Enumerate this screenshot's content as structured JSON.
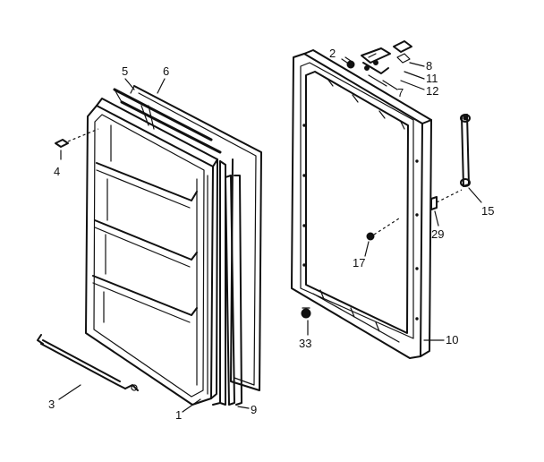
{
  "callouts": {
    "c1": "1",
    "c2": "2",
    "c3": "3",
    "c4": "4",
    "c5": "5",
    "c6": "6",
    "c7": "7",
    "c8": "8",
    "c9": "9",
    "c10": "10",
    "c11": "11",
    "c12": "12",
    "c15": "15",
    "c17": "17",
    "c29": "29",
    "c33": "33"
  }
}
